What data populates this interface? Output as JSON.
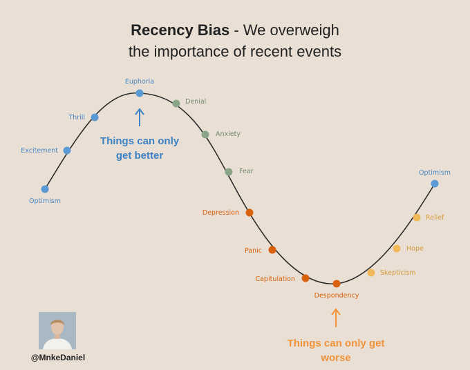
{
  "title": {
    "bold": "Recency Bias",
    "rest": " - We overweigh",
    "line2": "the importance of recent events"
  },
  "colors": {
    "blue": "#5b9bd5",
    "green": "#8aa588",
    "darkorange": "#d9600c",
    "lightorange": "#f2b95a",
    "curve": "#2b2b2b",
    "callout_blue": "#3b82c4",
    "callout_orange": "#f0933a"
  },
  "stages": [
    {
      "label": "Optimism",
      "color": "blue"
    },
    {
      "label": "Excitement",
      "color": "blue"
    },
    {
      "label": "Thrill",
      "color": "blue"
    },
    {
      "label": "Euphoria",
      "color": "blue"
    },
    {
      "label": "Denial",
      "color": "green"
    },
    {
      "label": "Anxiety",
      "color": "green"
    },
    {
      "label": "Fear",
      "color": "green"
    },
    {
      "label": "Depression",
      "color": "darkorange"
    },
    {
      "label": "Panic",
      "color": "darkorange"
    },
    {
      "label": "Capitulation",
      "color": "darkorange"
    },
    {
      "label": "Despondency",
      "color": "darkorange"
    },
    {
      "label": "Skepticism",
      "color": "lightorange"
    },
    {
      "label": "Hope",
      "color": "lightorange"
    },
    {
      "label": "Relief",
      "color": "lightorange"
    },
    {
      "label": "Optimism",
      "color": "blue"
    }
  ],
  "callouts": {
    "top_line1": "Things can only",
    "top_line2": "get better",
    "bottom_line1": "Things can only get",
    "bottom_line2": "worse"
  },
  "author": {
    "handle": "@MnkeDaniel"
  }
}
